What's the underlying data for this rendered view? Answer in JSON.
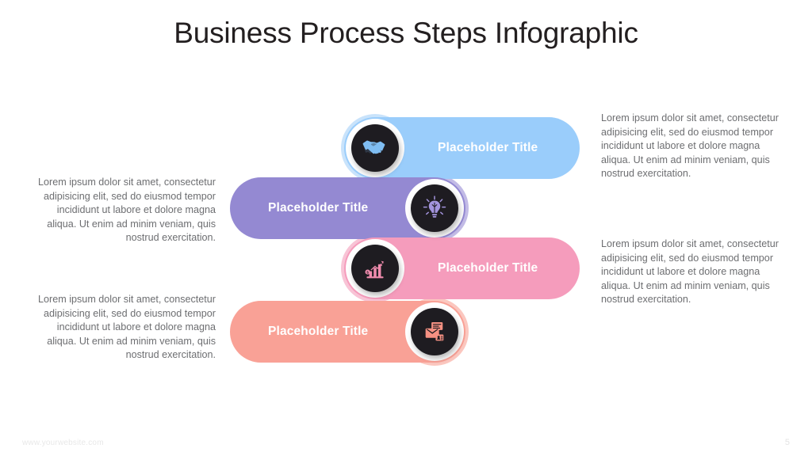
{
  "slide": {
    "title": "Business Process Steps Infographic",
    "footer_url": "www.yourwebsite.com",
    "page_number": "5"
  },
  "colors": {
    "step_1": "#9acdfb",
    "step_1_halo": "#c9e3fb",
    "step_2": "#9489d2",
    "step_2_halo": "#c2bbe6",
    "step_3": "#f59cbc",
    "step_3_halo": "#f8c4d6",
    "step_4": "#f9a196",
    "step_4_halo": "#fbc7bf",
    "badge_background": "#1e1c21",
    "title_text": "#231f20",
    "body_text": "#6d6e71",
    "bar_label_text": "#ffffff",
    "footer_text": "#e8e8e8"
  },
  "steps": [
    {
      "label": "Placeholder Title",
      "icon": "handshake-icon",
      "icon_color": "#7fbdf2",
      "bar_color": "#9acdfb",
      "description": "Lorem ipsum dolor sit amet, consectetur  adipisicing elit, sed do eiusmod tempor incididunt ut labore et dolore magna aliqua. Ut enim ad minim veniam, quis nostrud exercitation.",
      "description_side": "right"
    },
    {
      "label": "Placeholder Title",
      "icon": "lightbulb-icon",
      "icon_color": "#a394dd",
      "bar_color": "#9489d2",
      "description": "Lorem ipsum dolor sit amet, consectetur  adipisicing elit, sed do eiusmod tempor incididunt ut labore et dolore magna aliqua. Ut enim ad minim veniam, quis nostrud exercitation.",
      "description_side": "left"
    },
    {
      "label": "Placeholder Title",
      "icon": "growth-chart-icon",
      "icon_color": "#f08cae",
      "bar_color": "#f59cbc",
      "description": "Lorem ipsum dolor sit amet, consectetur  adipisicing elit, sed do eiusmod tempor incididunt ut labore et dolore magna aliqua. Ut enim ad minim veniam, quis nostrud exercitation.",
      "description_side": "right"
    },
    {
      "label": "Placeholder Title",
      "icon": "envelope-mail-icon",
      "icon_color": "#f59183",
      "bar_color": "#f9a196",
      "description": "Lorem ipsum dolor sit amet, consectetur  adipisicing elit, sed do eiusmod tempor incididunt ut labore et dolore magna aliqua. Ut enim ad minim veniam, quis nostrud exercitation.",
      "description_side": "left"
    }
  ]
}
